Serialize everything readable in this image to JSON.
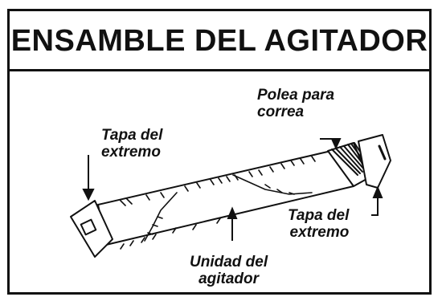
{
  "title": "ENSAMBLE DEL AGITADOR",
  "labels": {
    "tapa_left": {
      "line1": "Tapa del",
      "line2": "extremo"
    },
    "polea": {
      "line1": "Polea para",
      "line2": "correa"
    },
    "tapa_right": {
      "line1": "Tapa del",
      "line2": "extremo"
    },
    "unidad": {
      "line1": "Unidad del",
      "line2": "agitador"
    }
  }
}
